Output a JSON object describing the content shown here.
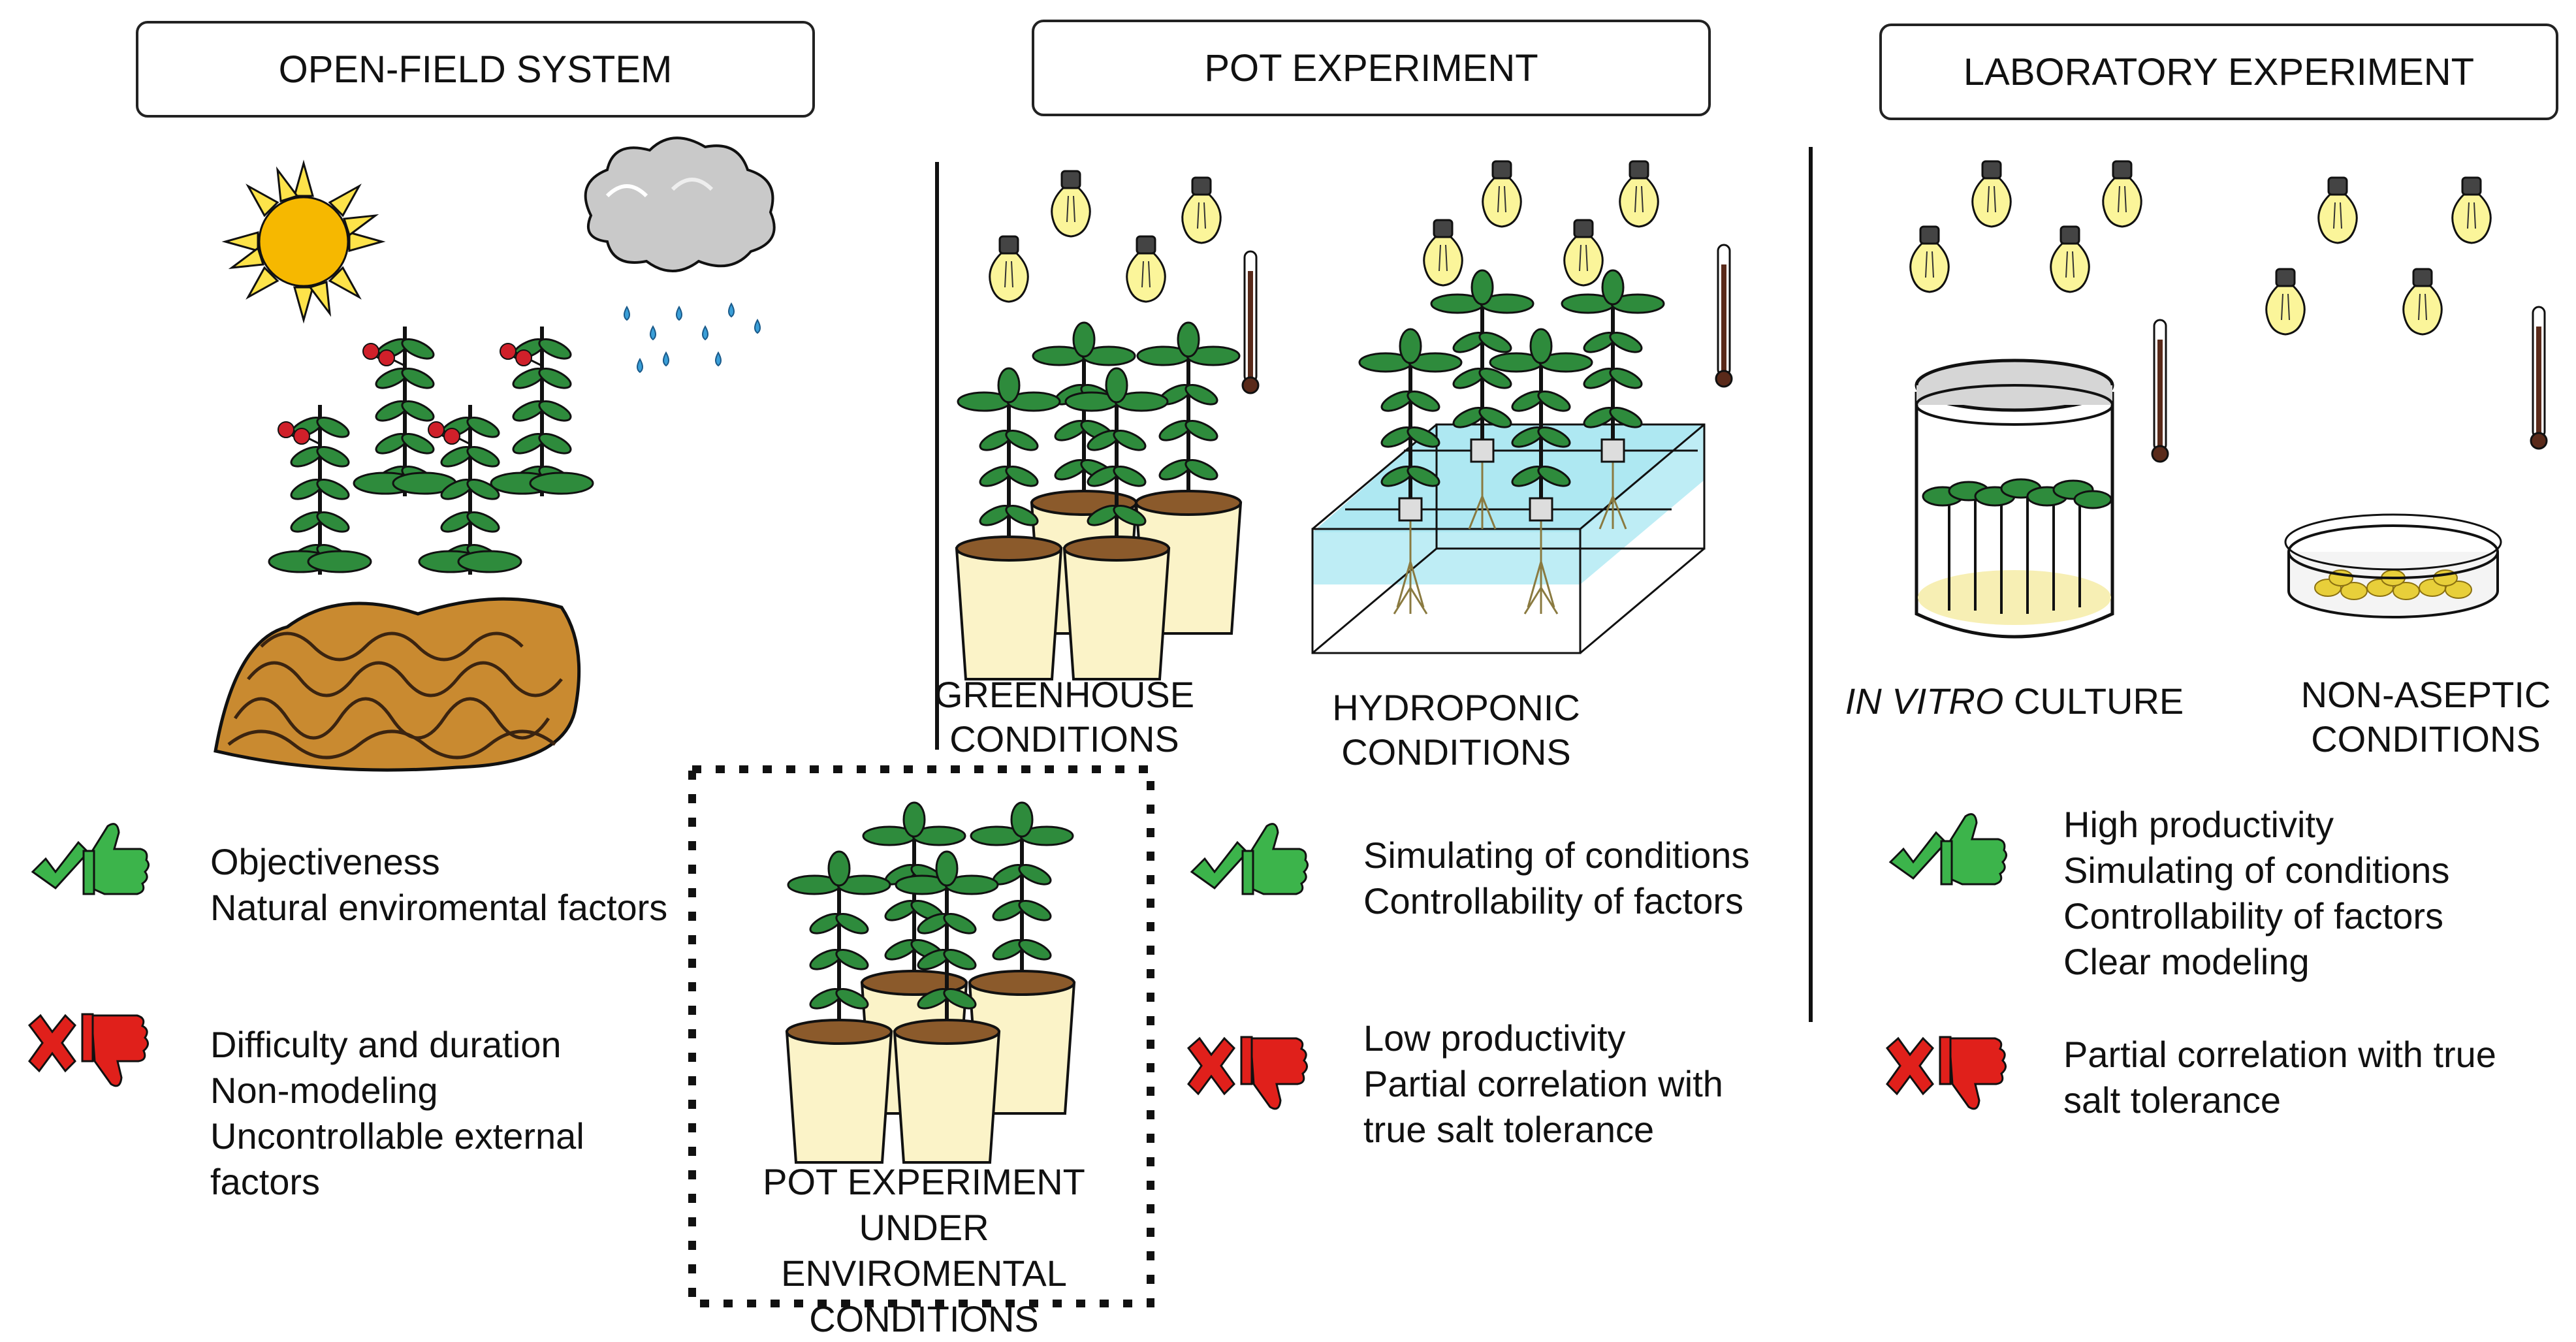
{
  "headers": {
    "open_field": "OPEN-FIELD SYSTEM",
    "pot": "POT EXPERIMENT",
    "lab": "LABORATORY EXPERIMENT"
  },
  "captions": {
    "greenhouse": [
      "GREENHOUSE",
      "CONDITIONS"
    ],
    "hydroponic": [
      "HYDROPONIC",
      "CONDITIONS"
    ],
    "in_vitro_italic": "IN VITRO",
    "in_vitro_rest": " CULTURE",
    "non_aseptic": [
      "NON-ASEPTIC",
      "CONDITIONS"
    ],
    "pot_env": [
      "POT EXPERIMENT",
      "UNDER ENVIROMENTAL",
      "CONDITIONS"
    ]
  },
  "open_field": {
    "pros": [
      "Objectiveness",
      "Natural enviromental factors"
    ],
    "cons": [
      "Difficulty and duration",
      "Non-modeling",
      "Uncontrollable external",
      "factors"
    ]
  },
  "pot": {
    "pros": [
      "Simulating of conditions",
      "Controllability of factors"
    ],
    "cons": [
      "Low productivity",
      "Partial correlation with",
      "true salt tolerance"
    ]
  },
  "lab": {
    "pros": [
      "High productivity",
      "Simulating of conditions",
      "Controllability of factors",
      "Clear modeling"
    ],
    "cons": [
      "Partial correlation with true",
      "salt tolerance"
    ]
  },
  "icons": {
    "pro": "thumbs-up-check-icon",
    "con": "thumbs-down-cross-icon"
  },
  "colors": {
    "thumb_up": "#3cb44b",
    "thumb_down": "#e0201b",
    "water": "#aee8f2",
    "pot": "#fbf3c8",
    "leaf": "#2e8b3c",
    "bulb": "#fbf59a",
    "sun": "#f6b800"
  }
}
